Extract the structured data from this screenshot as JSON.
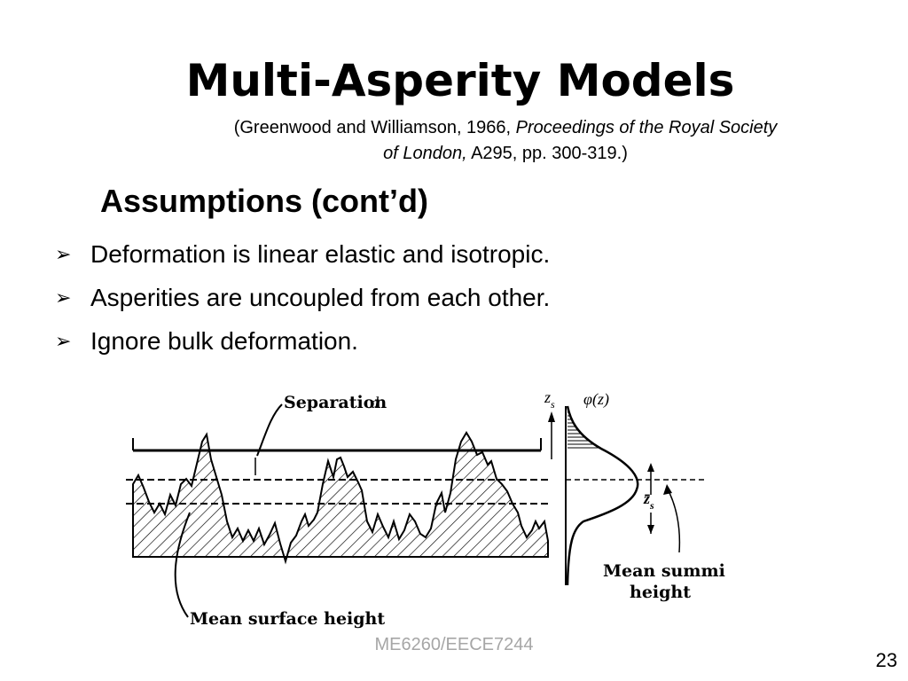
{
  "slide": {
    "title": "Multi-Asperity Models",
    "citation": {
      "lead": "(Greenwood and Williamson, 1966, ",
      "journal_line1": "Proceedings of the Royal Society",
      "journal_line2": "of London,",
      "tail": " A295, pp. 300-319.)"
    },
    "subheading": "Assumptions (cont’d)",
    "bullets": [
      "Deformation is linear elastic and isotropic.",
      "Asperities are uncoupled from each other.",
      "Ignore bulk deformation."
    ],
    "figure": {
      "separation_label": "Separation",
      "separation_symbol": "d",
      "mean_surface_label": "Mean surface height",
      "zs_label": "z",
      "zs_subscript": "s",
      "phi_label": "φ(z)",
      "zs_bar_label": "z̄",
      "zs_bar_subscript": "s",
      "summit_label_line1": "Mean summit",
      "summit_label_line2": "height"
    },
    "footer": "ME6260/EECE7244",
    "page_number": "23"
  },
  "colors": {
    "text": "#000000",
    "footer": "#a6a6a6",
    "background": "#ffffff"
  }
}
